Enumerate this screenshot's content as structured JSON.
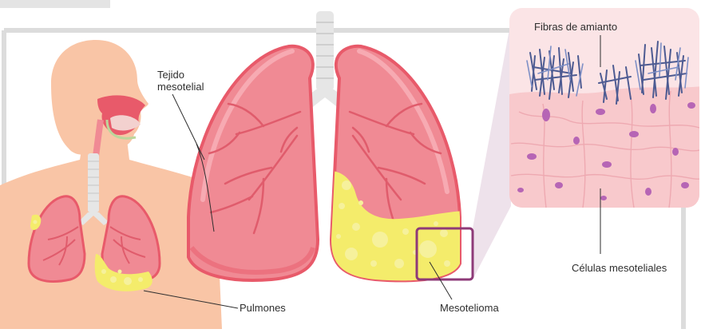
{
  "labels": {
    "tejido": "Tejido\nmesotelial",
    "pulmones": "Pulmones",
    "mesotelioma": "Mesotelioma",
    "fibras": "Fibras de amianto",
    "celulas": "Células mesoteliales"
  },
  "colors": {
    "frame": "#dcdcdc",
    "skin": "#f9c5a6",
    "lung_fill": "#f08a94",
    "lung_dark": "#e85a6a",
    "lung_light": "#f7aab2",
    "trachea": "#e6e6e6",
    "tumor": "#f4ec6b",
    "tumor_dots": "#f6f19c",
    "highlight_box": "#8e3a78",
    "tissue": "#f8c9cc",
    "cell_nucleus": "#b665b5",
    "fiber": "#4d5b92"
  }
}
